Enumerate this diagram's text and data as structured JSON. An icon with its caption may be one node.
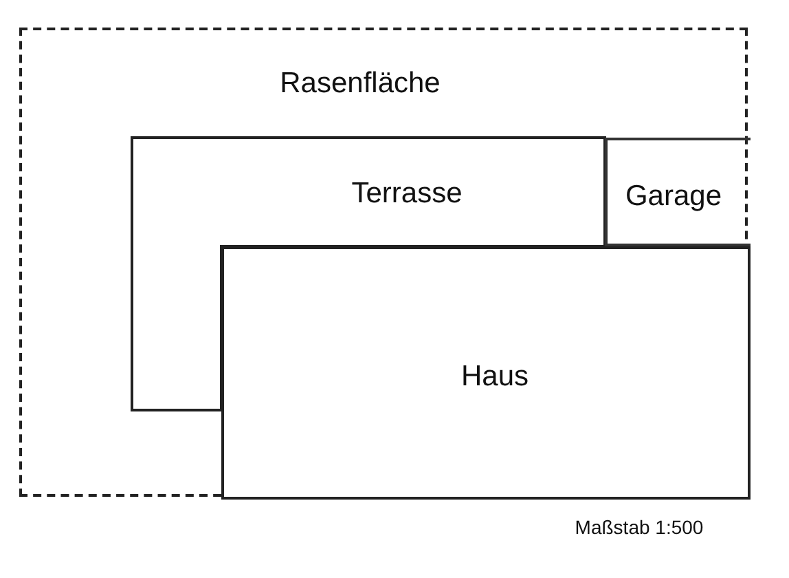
{
  "diagram": {
    "nodes": [
      {
        "text": [
          "Rasenfläche"
        ]
      },
      {
        "text": [
          "Terrasse"
        ],
        "in": 0
      },
      {
        "text": [
          "Garage"
        ],
        "in": 0
      },
      {
        "text": [
          "Haus"
        ],
        "in": 0
      }
    ],
    "labels": [
      "Maßstab 1:500"
    ]
  }
}
